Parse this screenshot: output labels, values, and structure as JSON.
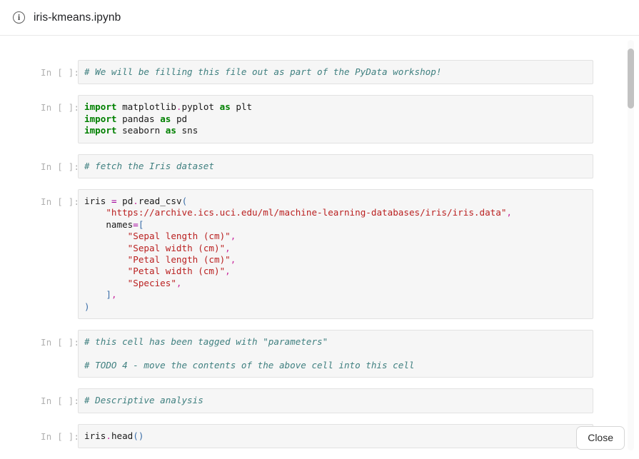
{
  "header": {
    "icon": "info-circle-icon",
    "title": "iris-kmeans.ipynb"
  },
  "notebook": {
    "prompt_label": "In [ ]:",
    "cells": [
      {
        "id": "cell-1",
        "prompt": "In [ ]:",
        "source": "# We will be filling this file out as part of the PyData workshop!"
      },
      {
        "id": "cell-2",
        "prompt": "In [ ]:",
        "source": "import matplotlib.pyplot as plt\nimport pandas as pd\nimport seaborn as sns"
      },
      {
        "id": "cell-3",
        "prompt": "In [ ]:",
        "source": "# fetch the Iris dataset"
      },
      {
        "id": "cell-4",
        "prompt": "In [ ]:",
        "source": "iris = pd.read_csv(\n    \"https://archive.ics.uci.edu/ml/machine-learning-databases/iris/iris.data\",\n    names=[\n        \"Sepal length (cm)\",\n        \"Sepal width (cm)\",\n        \"Petal length (cm)\",\n        \"Petal width (cm)\",\n        \"Species\",\n    ],\n)"
      },
      {
        "id": "cell-5",
        "prompt": "In [ ]:",
        "source": "# this cell has been tagged with \"parameters\"\n\n# TODO 4 - move the contents of the above cell into this cell"
      },
      {
        "id": "cell-6",
        "prompt": "In [ ]:",
        "source": "# Descriptive analysis"
      },
      {
        "id": "cell-7",
        "prompt": "In [ ]:",
        "source": "iris.head()"
      }
    ]
  },
  "footer": {
    "close_label": "Close"
  },
  "colors": {
    "comment": "#408080",
    "keyword": "#008000",
    "string": "#ba2121",
    "operator": "#a2009a",
    "bracket": "#3b6ea8",
    "cell_background": "#f6f6f6",
    "cell_border": "#e2e2e2",
    "prompt_text": "#b0b0b0"
  }
}
